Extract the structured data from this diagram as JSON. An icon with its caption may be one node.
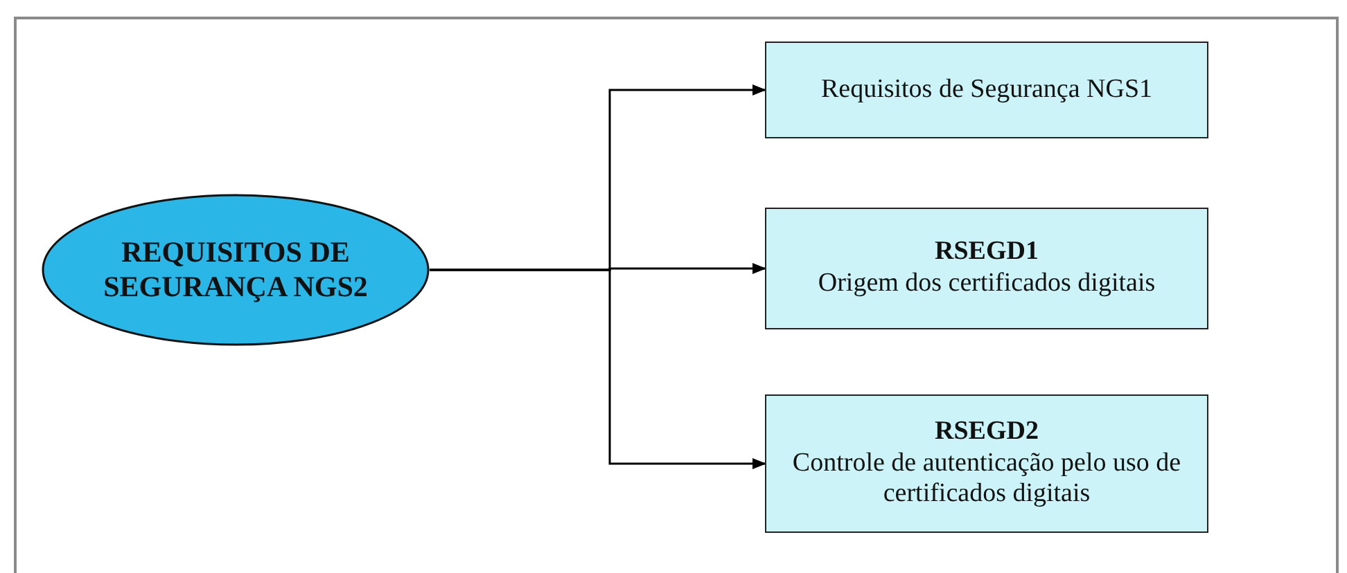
{
  "diagram": {
    "nodes": [
      {
        "text": [
          "REQUISITOS DE SEGURANÇA NGS2"
        ]
      },
      {
        "text": [
          "Requisitos de Segurança NGS1"
        ]
      },
      {
        "text": [
          "RSEGD1",
          "Origem dos certificados digitais"
        ]
      },
      {
        "text": [
          "RSEGD2",
          "Controle de autenticação pelo uso de certificados digitais"
        ]
      }
    ],
    "edges": [
      {
        "from": 0,
        "to": 1,
        "arrow": "to"
      },
      {
        "from": 0,
        "to": 2,
        "arrow": "to"
      },
      {
        "from": 0,
        "to": 3,
        "arrow": "to"
      }
    ]
  }
}
